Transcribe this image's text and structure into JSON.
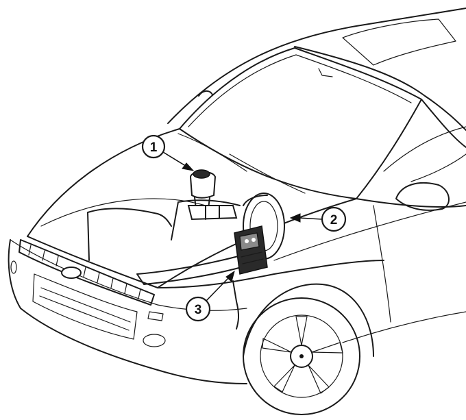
{
  "callouts": [
    {
      "number": "1",
      "target": "brake-fluid-reservoir"
    },
    {
      "number": "2",
      "target": "brake-servo"
    },
    {
      "number": "3",
      "target": "abs-hydraulic-unit"
    }
  ],
  "colors": {
    "line": "#1a1a1a",
    "background": "#ffffff"
  }
}
